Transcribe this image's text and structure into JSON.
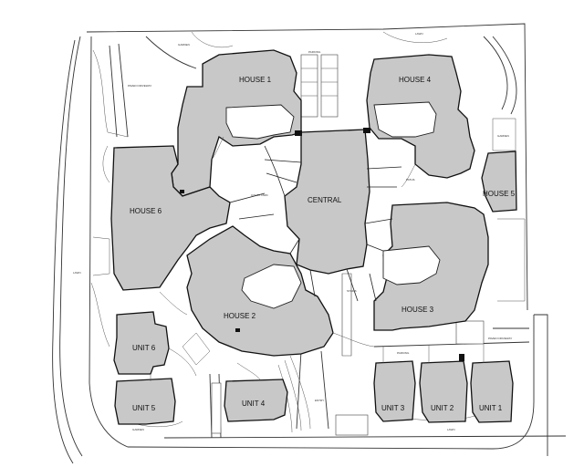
{
  "labels": {
    "house1": "HOUSE 1",
    "house2": "HOUSE 2",
    "house3": "HOUSE 3",
    "house4": "HOUSE 4",
    "house5": "HOUSE 5",
    "house6": "HOUSE 6",
    "central": "CENTRAL",
    "unit1": "UNIT 1",
    "unit2": "UNIT 2",
    "unit3": "UNIT 3",
    "unit4": "UNIT 4",
    "unit5": "UNIT 5",
    "unit6": "UNIT 6"
  },
  "annotations": {
    "garden": "GARDEN",
    "lawn": "LAWN",
    "paved_driveway": "PAVED DRIVEWAY",
    "parking": "PARKING",
    "courtyard": "COURTYARD",
    "paths": "PATHS",
    "entry": "ENTRY",
    "stairs": "STAIRS"
  }
}
